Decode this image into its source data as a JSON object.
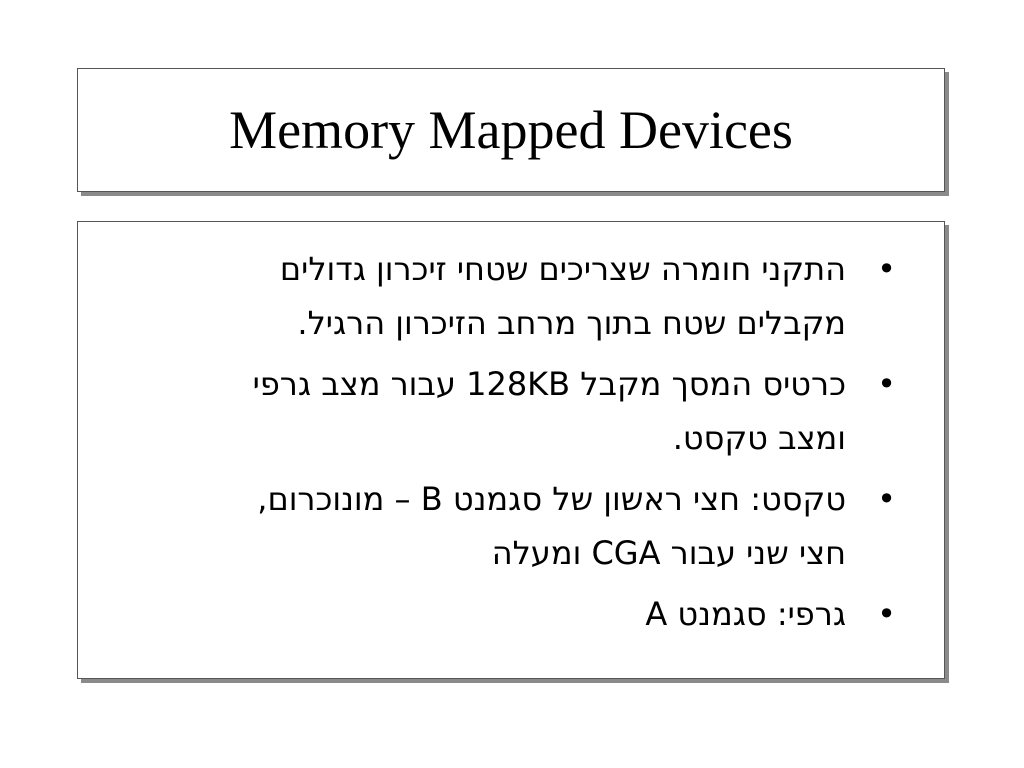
{
  "slide": {
    "title": "Memory Mapped Devices",
    "bullet_symbol": "•",
    "bullets": [
      {
        "text": "התקני חומרה שצריכים שטחי זיכרון גדולים\nמקבלים שטח בתוך מרחב הזיכרון הרגיל."
      },
      {
        "text": "כרטיס המסך מקבל 128KB עבור מצב גרפי\nומצב טקסט."
      },
      {
        "text": "טקסט: חצי ראשון של סגמנט B – מונוכרום,\nחצי שני עבור CGA ומעלה"
      },
      {
        "text": "גרפי: סגמנט A"
      }
    ]
  }
}
